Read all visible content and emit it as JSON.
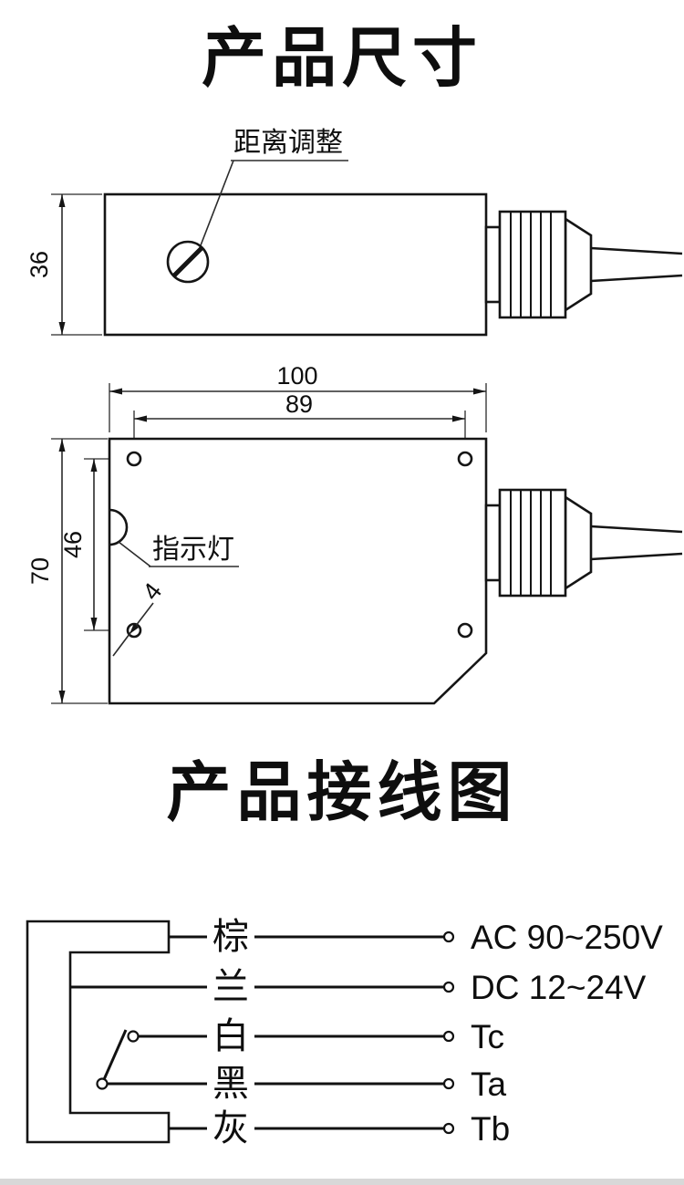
{
  "titles": {
    "dimensions": "产品尺寸",
    "wiring": "产品接线图"
  },
  "top_view": {
    "height": "36",
    "adjust_label": "距离调整"
  },
  "front_view": {
    "width": "100",
    "hole_span": "89",
    "height": "70",
    "hole_vspan": "46",
    "hole_dia": "4",
    "indicator_label": "指示灯"
  },
  "wiring": {
    "wires": [
      {
        "label": "棕",
        "terminal": "AC 90~250V"
      },
      {
        "label": "兰",
        "terminal": "DC 12~24V"
      },
      {
        "label": "白",
        "terminal": "Tc"
      },
      {
        "label": "黑",
        "terminal": "Ta"
      },
      {
        "label": "灰",
        "terminal": "Tb"
      }
    ]
  },
  "colors": {
    "ink": "#151515",
    "background": "#ffffff"
  }
}
